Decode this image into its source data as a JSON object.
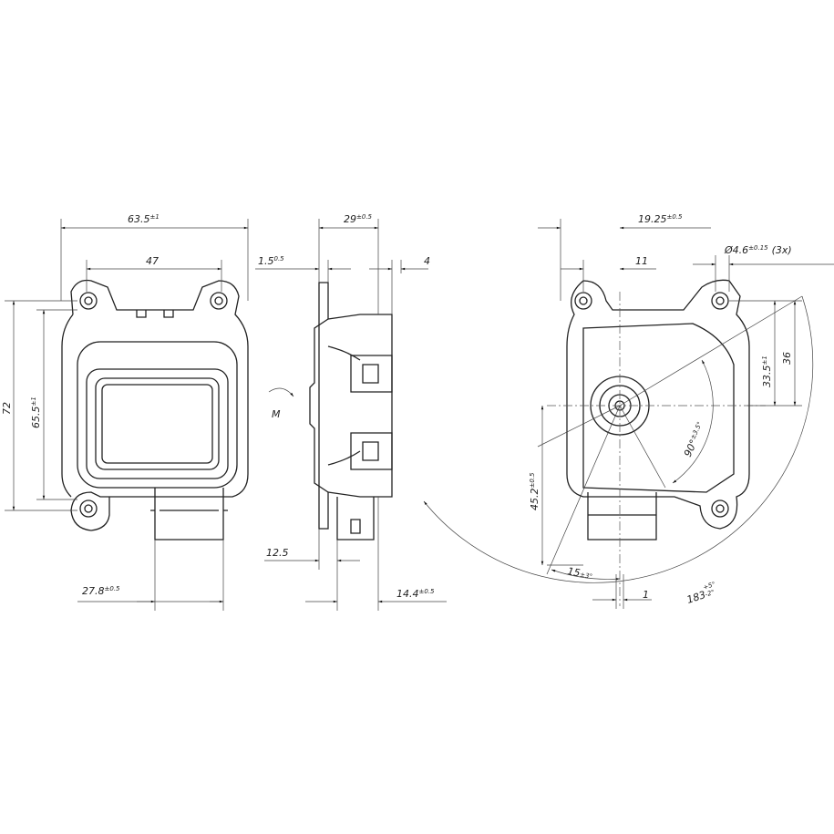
{
  "dimensions": {
    "width_total": {
      "value": "63.5",
      "tol": "±1"
    },
    "hole_spacing_h": {
      "value": "47",
      "tol": ""
    },
    "height_total": {
      "value": "72",
      "tol": ""
    },
    "hole_spacing_v": {
      "value": "65.5",
      "tol": "±1"
    },
    "connector_width": {
      "value": "27.8",
      "tol": "±0.5"
    },
    "depth": {
      "value": "29",
      "tol": "±0.5"
    },
    "flange": {
      "value": "1.5",
      "tol": "0.5"
    },
    "clip": {
      "value": "4",
      "tol": ""
    },
    "connector_offset": {
      "value": "12.5",
      "tol": ""
    },
    "connector_depth": {
      "value": "14.4",
      "tol": "±0.5"
    },
    "shaft_offset_h": {
      "value": "19.25",
      "tol": "±0.5"
    },
    "hole_to_shaft": {
      "value": "11",
      "tol": ""
    },
    "hole_diameter": {
      "value": "Ø4.6",
      "tol": "±0.15",
      "note": "(3x)"
    },
    "shaft_v1": {
      "value": "33.5",
      "tol": "±1"
    },
    "shaft_v2": {
      "value": "36",
      "tol": ""
    },
    "shaft_to_bottom": {
      "value": "45.2",
      "tol": "±0.5"
    },
    "angle_90": {
      "value": "90°",
      "tol": "±3.5°"
    },
    "angle_15": {
      "value": "15",
      "tol": "±3°"
    },
    "offset_1": {
      "value": "1",
      "tol": ""
    },
    "angle_183": {
      "value": "183",
      "tol_plus": "+5°",
      "tol_minus": "-2°"
    }
  },
  "motor_symbol": "M"
}
